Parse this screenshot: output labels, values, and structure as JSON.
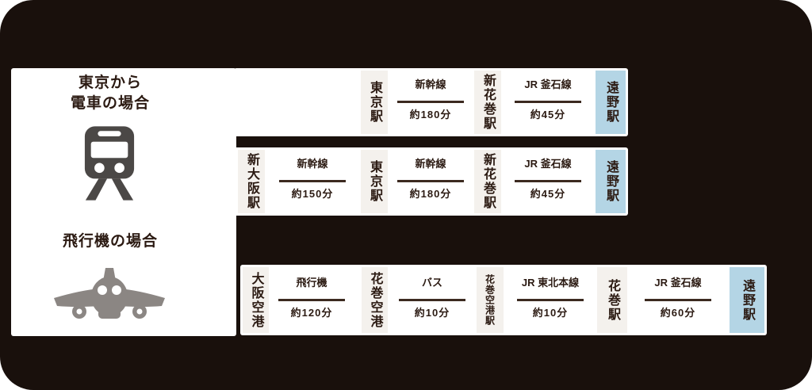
{
  "legend": {
    "train_title_line1": "東京から",
    "train_title_line2": "電車の場合",
    "plane_title": "飛行機の場合",
    "train_icon": "train-front-icon",
    "plane_icon": "airplane-front-icon"
  },
  "colors": {
    "frame_black": "#19100c",
    "panel_white": "#ffffff",
    "station_box": "#f4f1ed",
    "destination_blue": "#b4d5e5",
    "text_dark": "#2b1a12",
    "train_icon_gray": "#4b4846",
    "plane_icon_gray": "#8b8683"
  },
  "routes": [
    {
      "name": "tokyo-train-route",
      "stops": [
        "東京駅",
        "新花巻駅",
        "遠野駅"
      ],
      "legs": [
        {
          "line": "新幹線",
          "duration": "約180分"
        },
        {
          "line": "JR 釜石線",
          "duration": "約45分"
        }
      ]
    },
    {
      "name": "shin-osaka-train-route",
      "stops": [
        "新大阪駅",
        "東京駅",
        "新花巻駅",
        "遠野駅"
      ],
      "legs": [
        {
          "line": "新幹線",
          "duration": "約150分"
        },
        {
          "line": "新幹線",
          "duration": "約180分"
        },
        {
          "line": "JR 釜石線",
          "duration": "約45分"
        }
      ]
    },
    {
      "name": "airplane-route",
      "stops": [
        "大阪空港",
        "花巻空港",
        "花巻空港駅",
        "花巻駅",
        "遠野駅"
      ],
      "legs": [
        {
          "line": "飛行機",
          "duration": "約120分"
        },
        {
          "line": "バス",
          "duration": "約10分"
        },
        {
          "line": "JR 東北本線",
          "duration": "約10分"
        },
        {
          "line": "JR 釜石線",
          "duration": "約60分"
        }
      ]
    }
  ]
}
